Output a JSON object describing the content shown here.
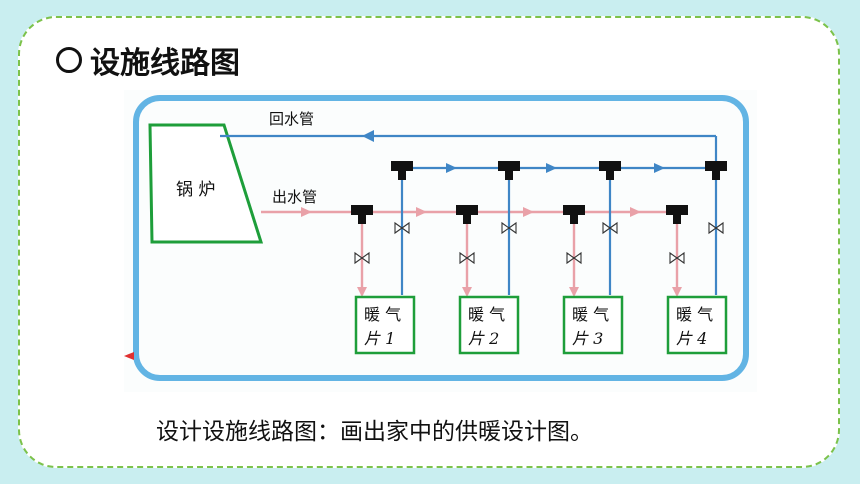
{
  "title": "设施线路图",
  "caption": "设计设施线路图：画出家中的供暖设计图。",
  "diagram": {
    "boiler_label": "锅 炉",
    "return_pipe_label": "回水管",
    "supply_pipe_label": "出水管",
    "radiators": [
      {
        "line1": "暖 气",
        "line2": "片 1"
      },
      {
        "line1": "暖 气",
        "line2": "片 2"
      },
      {
        "line1": "暖 气",
        "line2": "片 3"
      },
      {
        "line1": "暖 气",
        "line2": "片 4"
      }
    ]
  },
  "colors": {
    "background": "#c9eef0",
    "frame_border": "#7cc24a",
    "outer_loop": "#62b4e4",
    "return_pipe": "#3f86c6",
    "supply_pipe": "#e9a1a8",
    "boiler_border": "#1e9e3a",
    "radiator_border": "#1e9e3a"
  }
}
